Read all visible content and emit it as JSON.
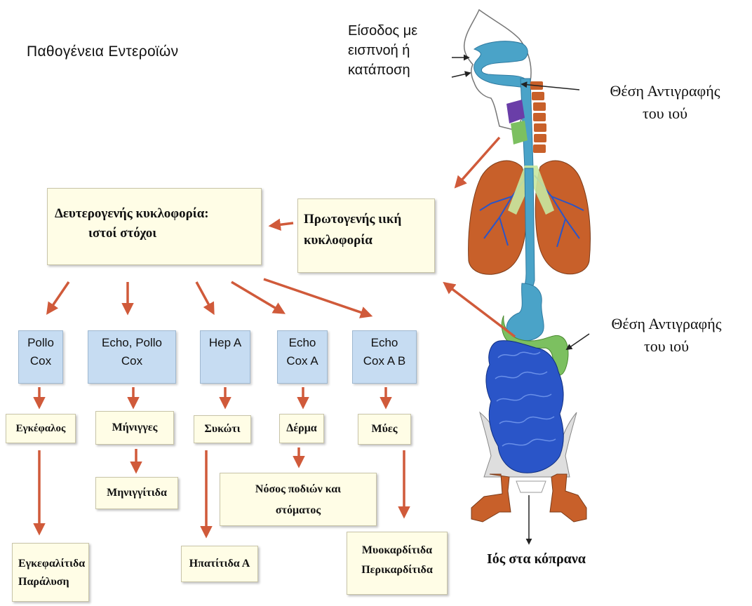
{
  "title": "Παθογένεια Εντεροϊών",
  "secondary_circulation": [
    "Δευτερογενής κυκλοφορία:",
    "ιστοί στόχοι"
  ],
  "primary_viremia": [
    "Πρωτογενής ιική",
    "κυκλοφορία"
  ],
  "entry_label": [
    "Είσοδος με",
    "εισπνοή ή",
    "κατάποση"
  ],
  "replication_site_top": [
    "Θέση Αντιγραφής",
    "του ιού"
  ],
  "replication_site_bottom": [
    "Θέση Αντιγραφής",
    "του ιού"
  ],
  "virus_in_feces": "Ιός στα κόπρανα",
  "columns": [
    {
      "virus": [
        "Pollo",
        "Cox"
      ],
      "organ": "Εγκέφαλος",
      "disease": [
        "Εγκεφαλίτιδα",
        "Παράλυση"
      ]
    },
    {
      "virus": [
        "Echo, Pollo",
        "Cox"
      ],
      "organ": "Μήνιγγες",
      "disease": [
        "Μηνιγγίτιδα"
      ]
    },
    {
      "virus": [
        "Hep A"
      ],
      "organ": "Συκώτι",
      "disease": [
        "Ηπατίτιδα Α"
      ]
    },
    {
      "virus": [
        "Echo",
        "Cox A"
      ],
      "organ": "Δέρμα",
      "disease": [
        "Νόσος ποδιών και",
        "στόματος"
      ]
    },
    {
      "virus": [
        "Echo",
        "Cox A B"
      ],
      "organ": "Μύες",
      "disease": [
        "Μυοκαρδίτιδα",
        "Περικαρδίτιδα"
      ]
    }
  ],
  "colors": {
    "arrow": "#d05a3a",
    "virus_box": "#c6dcf2",
    "note_box": "#fffde6",
    "airway": "#4aa3c8",
    "intestine": "#2a55c8",
    "green": "#7cc060",
    "brown": "#c8602a"
  }
}
